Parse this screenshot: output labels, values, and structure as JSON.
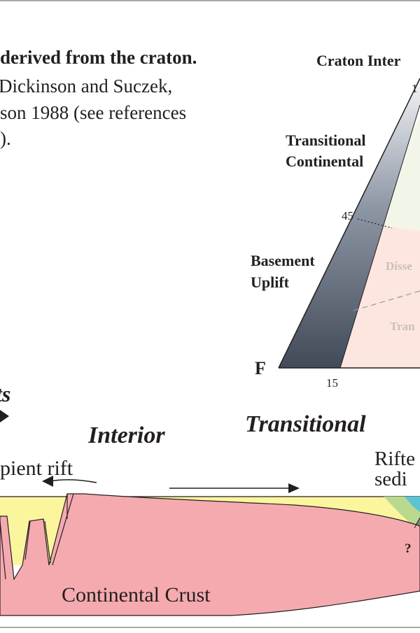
{
  "caption": {
    "line1": "derived from the craton.",
    "line2": "Dickinson and Suczek,",
    "line3": "son 1988 (see references",
    "line4": ")."
  },
  "ternary": {
    "apex_label": "Craton Inter",
    "apex_value": "1",
    "corner_label": "F",
    "tick_45": "45",
    "tick_15": "15",
    "field_transitional_continental": [
      "Transitional",
      "Continental"
    ],
    "field_basement_uplift": [
      "Basement",
      "Uplift"
    ],
    "field_dissected": "Disse",
    "field_transitional": "Tran"
  },
  "section": {
    "heading_partial": "ts",
    "label_interior": "Interior",
    "label_transitional": "Transitional",
    "label_incipient_rift": "pient rift",
    "label_rifted": [
      "Rifte",
      "sedi"
    ],
    "label_question": "?",
    "label_crust": "Continental Crust"
  },
  "colors": {
    "crust": "#f5aab0",
    "sediment": "#fbf59e",
    "shelf_green": "#b9d98e",
    "shelf_blue": "#5cc3d4",
    "dissected_field": "#fde6df",
    "interior_field": "#f2f6e8",
    "text": "#231f20"
  }
}
